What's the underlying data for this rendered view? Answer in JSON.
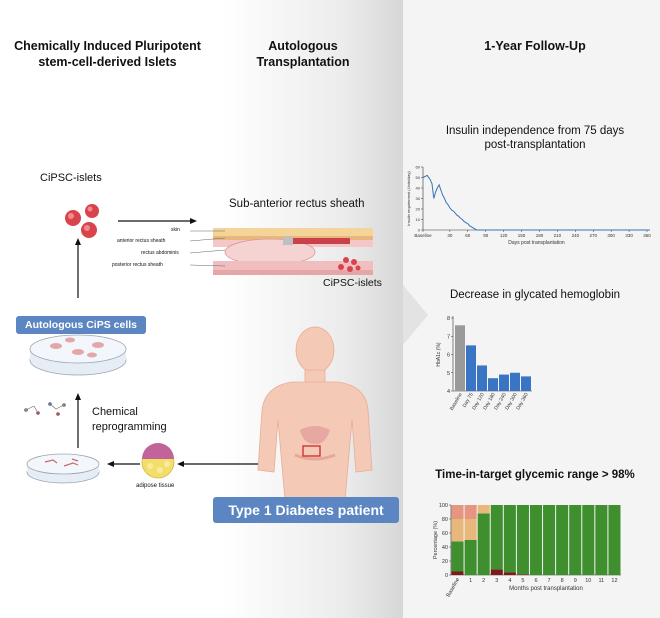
{
  "headers": {
    "col1_line1": "Chemically Induced Pluripotent",
    "col1_line2": "stem-cell-derived Islets",
    "col2_line1": "Autologous",
    "col2_line2": "Transplantation",
    "col3": "1-Year Follow-Up"
  },
  "left": {
    "cipsc_islets": "CiPSC-islets",
    "site_title": "Sub-anterior rectus sheath",
    "layers": [
      "skin",
      "anterior rectus sheath",
      "rectus abdominis",
      "posterior rectus sheath"
    ],
    "implant_label": "CiPSC-islets",
    "autologous_cells": "Autologous CiPS cells",
    "reprogramming_line1": "Chemical",
    "reprogramming_line2": "reprogramming",
    "adipose": "adipose tissue",
    "patient": "Type 1 Diabetes patient"
  },
  "chart_data": [
    {
      "type": "line",
      "title_line1": "Insulin independence from 75 days",
      "title_line2": "post-transplantation",
      "xlabel": "Days post transplantation",
      "ylabel": "Insulin requirement (Units/day)",
      "x_ticks": [
        "Baseline",
        "30",
        "60",
        "90",
        "120",
        "150",
        "180",
        "210",
        "240",
        "270",
        "300",
        "330",
        "360"
      ],
      "y_ticks": [
        "0",
        "10",
        "20",
        "30",
        "40",
        "50",
        "60"
      ],
      "ylim": [
        0,
        60
      ],
      "xlim": [
        -15,
        365
      ],
      "color": "#3a74b5",
      "x": [
        -15,
        -8,
        -3,
        0,
        3,
        6,
        9,
        12,
        15,
        18,
        21,
        24,
        27,
        30,
        33,
        36,
        39,
        42,
        45,
        48,
        51,
        54,
        57,
        60,
        63,
        66,
        69,
        72,
        75,
        90,
        120,
        150,
        180,
        210,
        240,
        270,
        300,
        330,
        365
      ],
      "values": [
        50,
        52,
        48,
        44,
        30,
        36,
        40,
        43,
        38,
        33,
        30,
        26,
        24,
        21,
        19,
        18,
        16,
        14,
        13,
        11,
        10,
        8,
        7,
        6,
        4,
        3,
        2,
        1,
        0,
        0,
        0,
        0,
        0,
        0,
        0,
        0,
        0,
        0,
        0
      ]
    },
    {
      "type": "bar",
      "title": "Decrease in glycated hemoglobin",
      "ylabel": "HbA1c (%)",
      "categories": [
        "Baseline",
        "Day 75",
        "Day 120",
        "Day 180",
        "Day 240",
        "Day 300",
        "Day 360"
      ],
      "values": [
        7.6,
        6.5,
        5.4,
        4.7,
        4.9,
        5.0,
        4.8
      ],
      "y_ticks": [
        "4",
        "5",
        "6",
        "7",
        "8"
      ],
      "ylim": [
        4,
        8
      ],
      "colors": [
        "#9a9a9a",
        "#3a74c4",
        "#3a74c4",
        "#3a74c4",
        "#3a74c4",
        "#3a74c4",
        "#3a74c4"
      ]
    },
    {
      "type": "bar",
      "stacked": true,
      "title": "Time-in-target glycemic range > 98%",
      "xlabel": "Months post transplantation",
      "ylabel": "Percentage (%)",
      "categories": [
        "Baseline",
        "1",
        "2",
        "3",
        "4",
        "5",
        "6",
        "7",
        "8",
        "9",
        "10",
        "11",
        "12"
      ],
      "y_ticks": [
        "0",
        "20",
        "40",
        "60",
        "80",
        "100"
      ],
      "ylim": [
        0,
        100
      ],
      "series": [
        {
          "color": "#7a1a1a",
          "values": [
            5,
            0,
            0,
            8,
            4,
            1,
            0,
            0,
            0,
            0,
            0,
            0,
            0
          ]
        },
        {
          "color": "#3f8f2f",
          "values": [
            43,
            50,
            88,
            92,
            96,
            99,
            100,
            100,
            100,
            100,
            100,
            100,
            100
          ]
        },
        {
          "color": "#e8b77a",
          "values": [
            32,
            30,
            12,
            0,
            0,
            0,
            0,
            0,
            0,
            0,
            0,
            0,
            0
          ]
        },
        {
          "color": "#e69580",
          "values": [
            20,
            20,
            0,
            0,
            0,
            0,
            0,
            0,
            0,
            0,
            0,
            0,
            0
          ]
        }
      ]
    }
  ]
}
